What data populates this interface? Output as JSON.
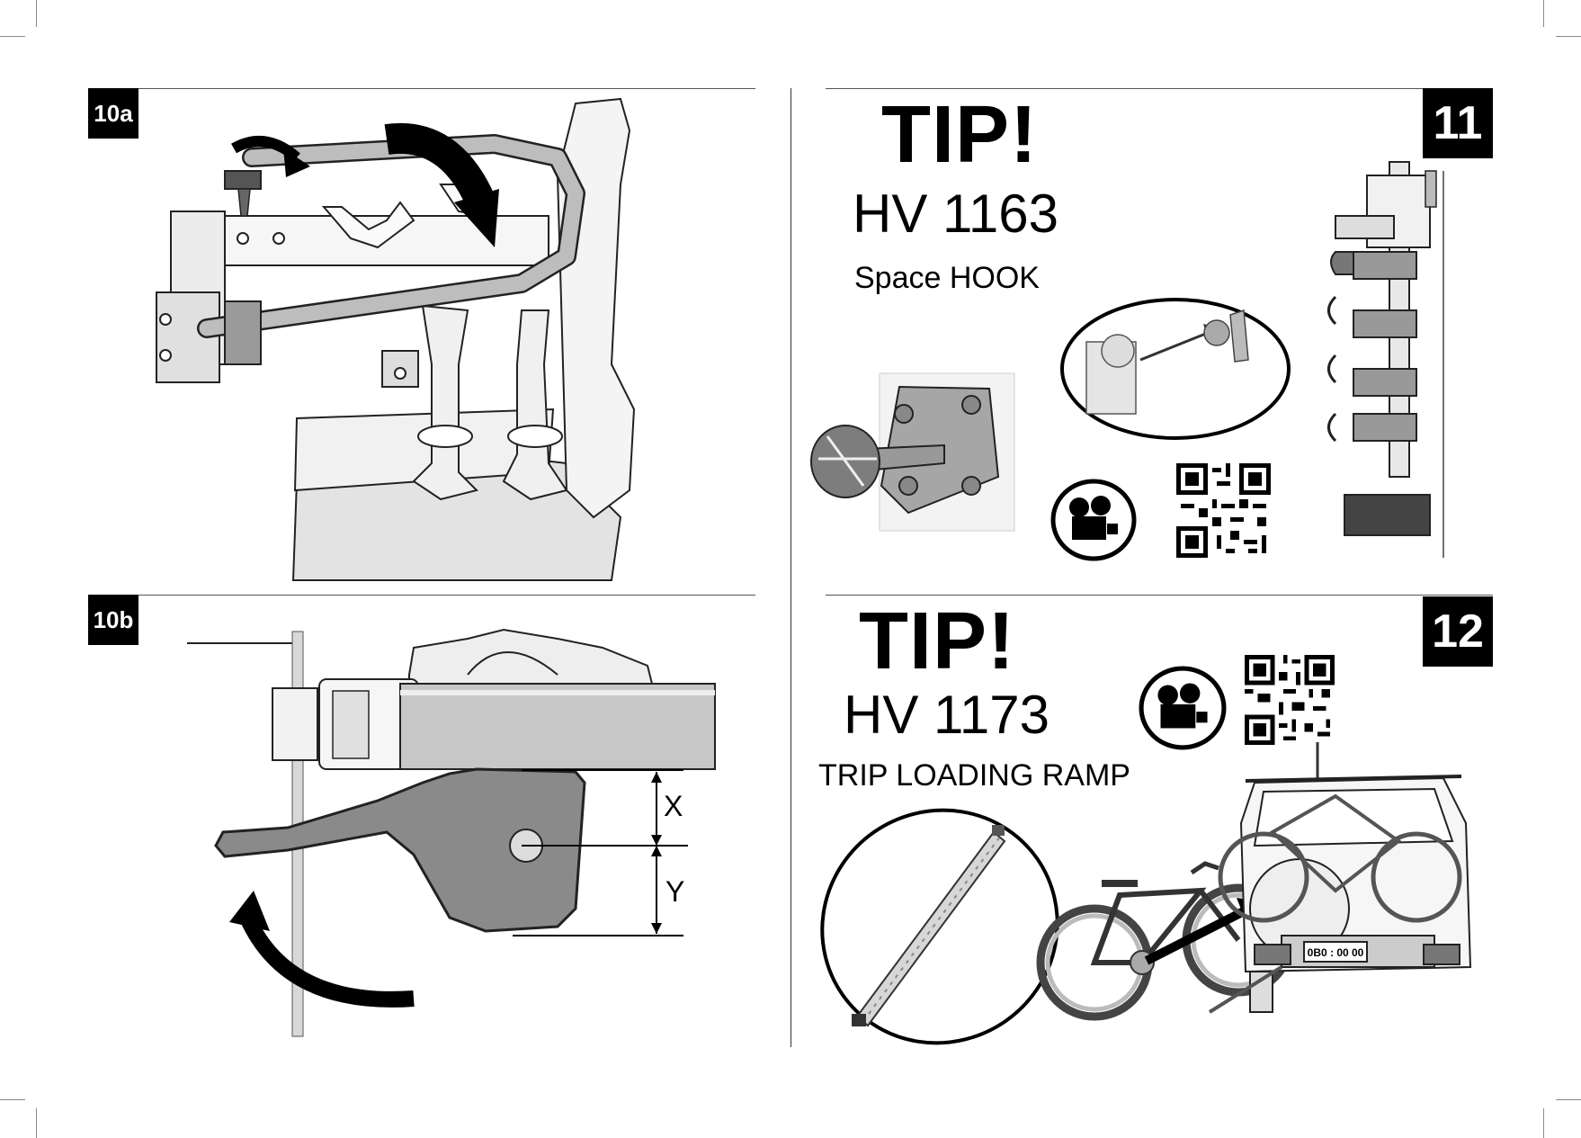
{
  "panels": {
    "p10a": {
      "label": "10a"
    },
    "p10b": {
      "label": "10b",
      "dim_x": "X",
      "dim_y": "Y"
    },
    "p11": {
      "number": "11",
      "tip": "TIP!",
      "code": "HV 1163",
      "product": "Space HOOK",
      "icons": [
        "camera-icon",
        "qr-code"
      ]
    },
    "p12": {
      "number": "12",
      "tip": "TIP!",
      "code": "HV 1173",
      "product": "TRIP LOADING RAMP",
      "plate": "0B0 : 00 00",
      "icons": [
        "camera-icon",
        "qr-code"
      ]
    }
  },
  "colors": {
    "ink": "#000000",
    "mid_gray": "#8a8a8a",
    "light_gray": "#cfcfcf",
    "paper": "#ffffff"
  }
}
